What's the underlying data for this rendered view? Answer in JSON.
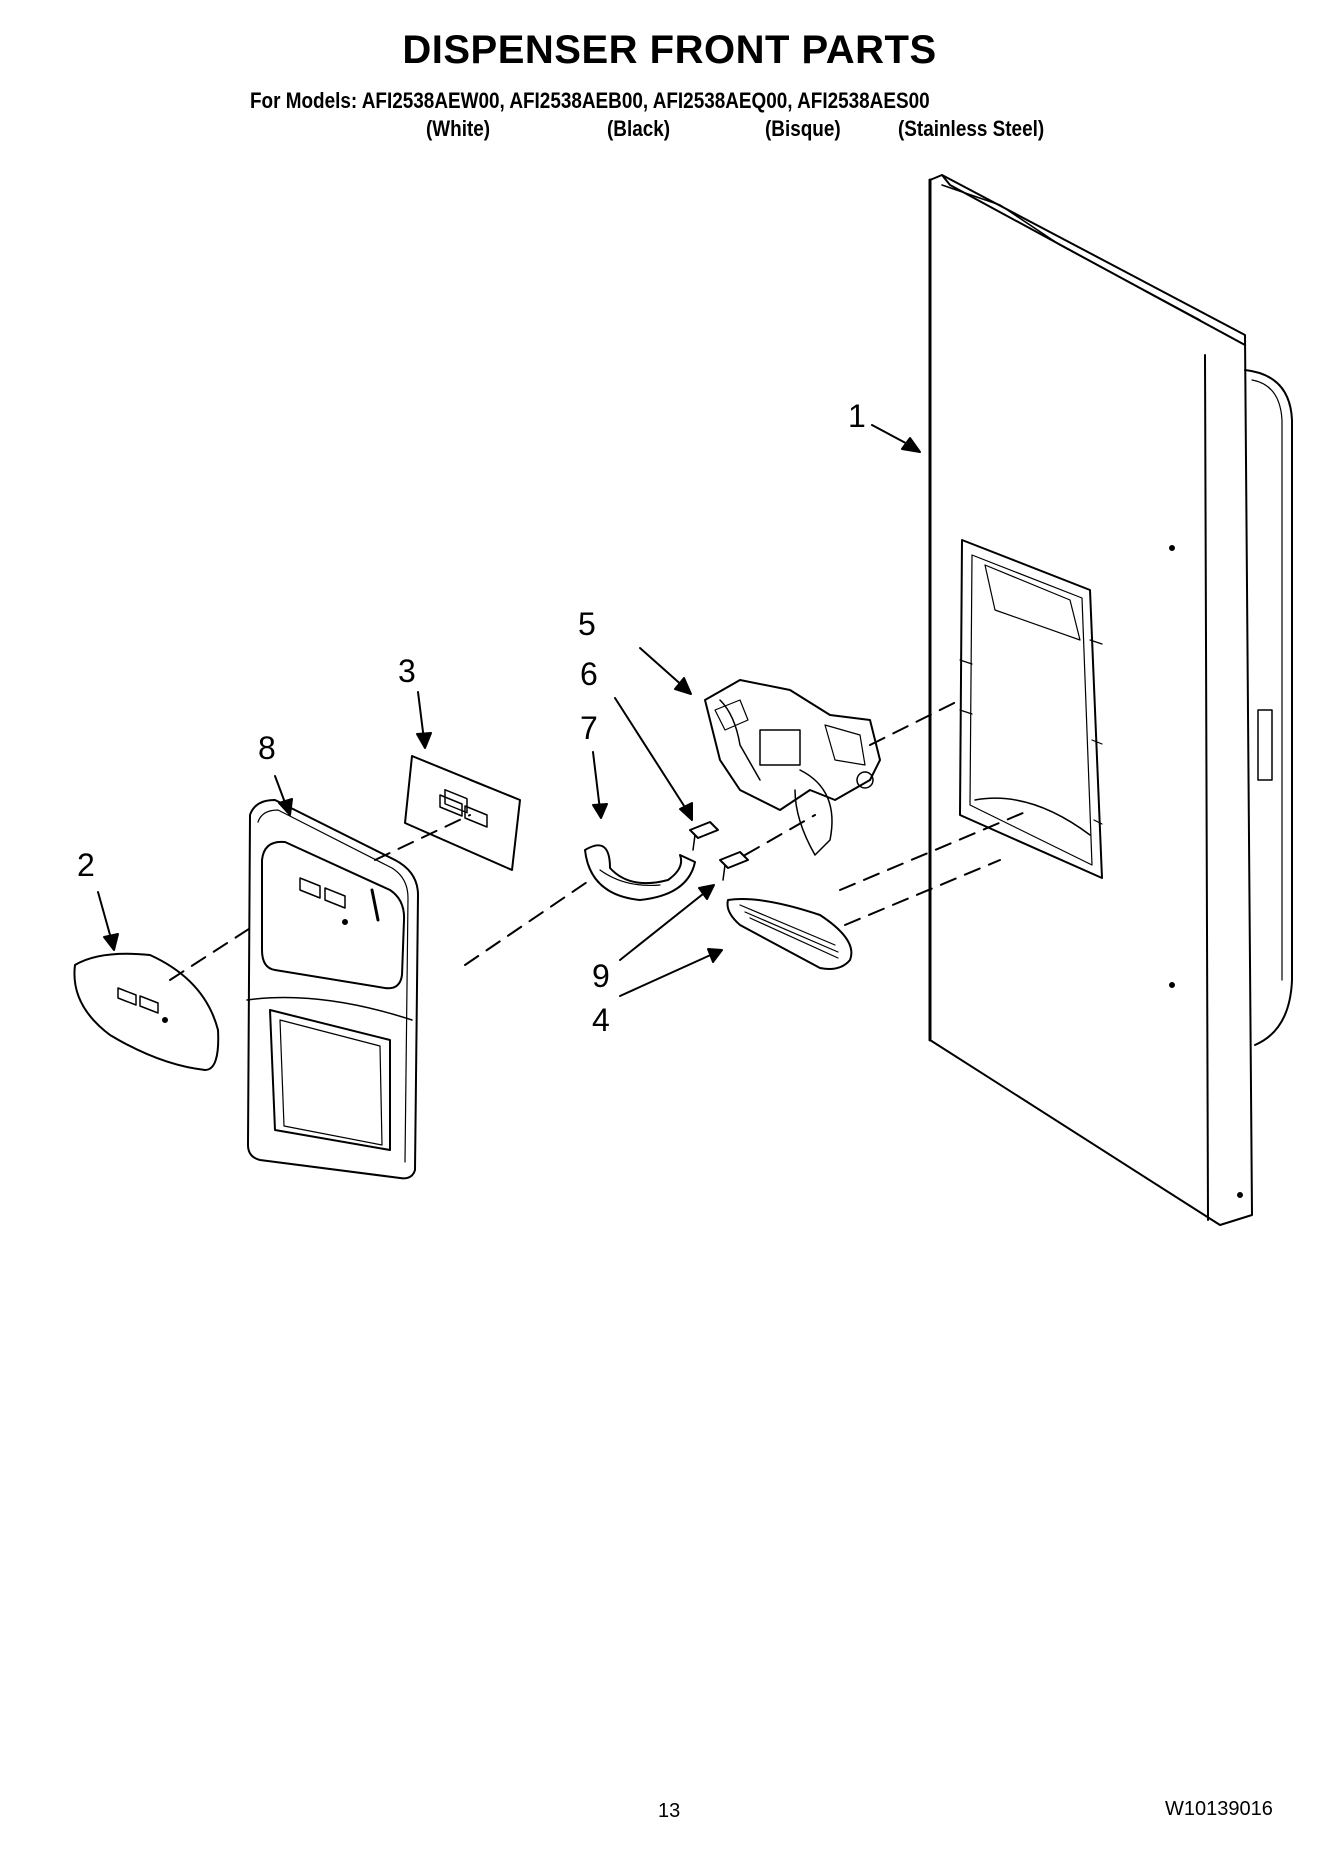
{
  "header": {
    "title": "DISPENSER FRONT PARTS",
    "models_line": "For Models: AFI2538AEW00, AFI2538AEB00, AFI2538AEQ00, AFI2538AES00",
    "colors": [
      "(White)",
      "(Black)",
      "(Bisque)",
      "(Stainless Steel)"
    ]
  },
  "callouts": [
    "1",
    "2",
    "3",
    "4",
    "5",
    "6",
    "7",
    "8",
    "9"
  ],
  "footer": {
    "page_number": "13",
    "document_number": "W10139016"
  }
}
